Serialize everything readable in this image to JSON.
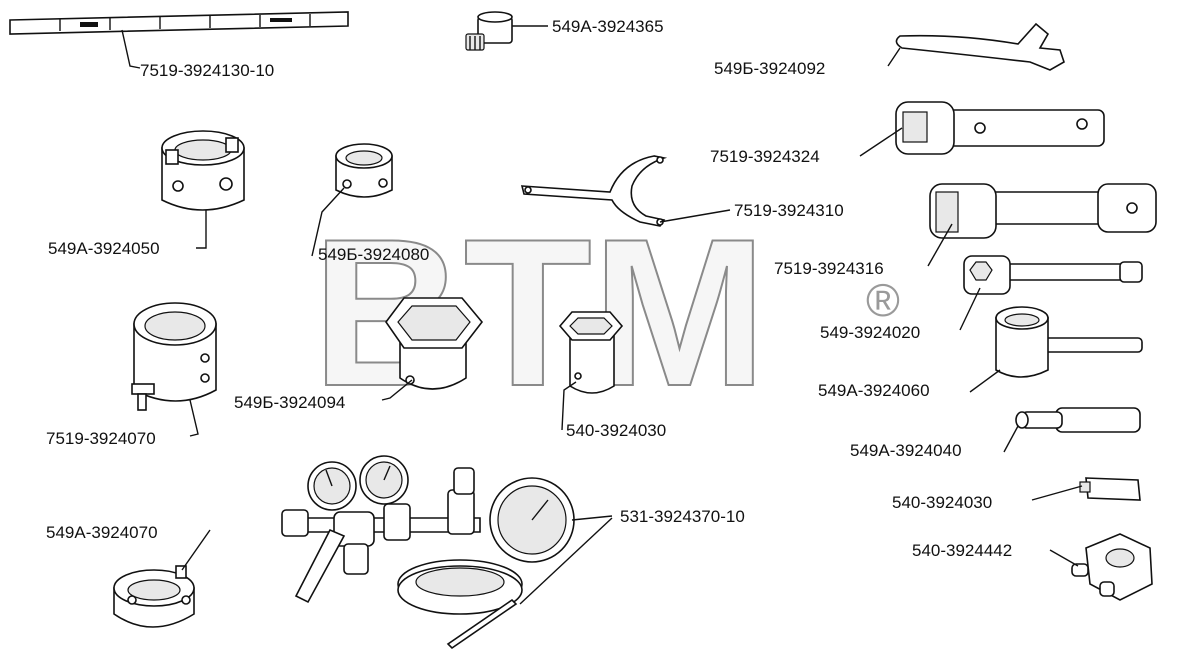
{
  "watermark": {
    "text": "BTM",
    "mark": "®"
  },
  "parts": [
    {
      "id": "p1",
      "label": "7519-3924130-10",
      "icon": "ruler-scale-icon"
    },
    {
      "id": "p2",
      "label": "549А-3924365",
      "icon": "threaded-fitting-icon"
    },
    {
      "id": "p3",
      "label": "549Б-3924092",
      "icon": "flat-wrench-icon"
    },
    {
      "id": "p4",
      "label": "7519-3924324",
      "icon": "square-socket-bar-icon"
    },
    {
      "id": "p5",
      "label": "549А-3924050",
      "icon": "slotted-ring-socket-icon"
    },
    {
      "id": "p6",
      "label": "549Б-3924080",
      "icon": "small-ring-socket-icon"
    },
    {
      "id": "p7",
      "label": "7519-3924310",
      "icon": "hook-spanner-icon"
    },
    {
      "id": "p8",
      "label": "7519-3924316",
      "icon": "splined-socket-bar-icon"
    },
    {
      "id": "p9",
      "label": "549-3924020",
      "icon": "hex-socket-rod-icon"
    },
    {
      "id": "p10",
      "label": "549А-3924060",
      "icon": "t-handle-socket-icon"
    },
    {
      "id": "p11",
      "label": "7519-3924070",
      "icon": "splined-socket-icon"
    },
    {
      "id": "p12",
      "label": "549Б-3924094",
      "icon": "large-hex-socket-icon"
    },
    {
      "id": "p13",
      "label": "540-3924030",
      "icon": "small-hex-socket-icon"
    },
    {
      "id": "p14",
      "label": "549А-3924040",
      "icon": "pin-rod-icon"
    },
    {
      "id": "p15",
      "label": "540-3924030",
      "icon": "hex-bit-icon"
    },
    {
      "id": "p16",
      "label": "549А-3924070",
      "icon": "lug-ring-icon"
    },
    {
      "id": "p17",
      "label": "531-3924370-10",
      "icon": "pressure-gauge-set-icon"
    },
    {
      "id": "p18",
      "label": "540-3924442",
      "icon": "hex-nut-adapter-icon"
    }
  ]
}
